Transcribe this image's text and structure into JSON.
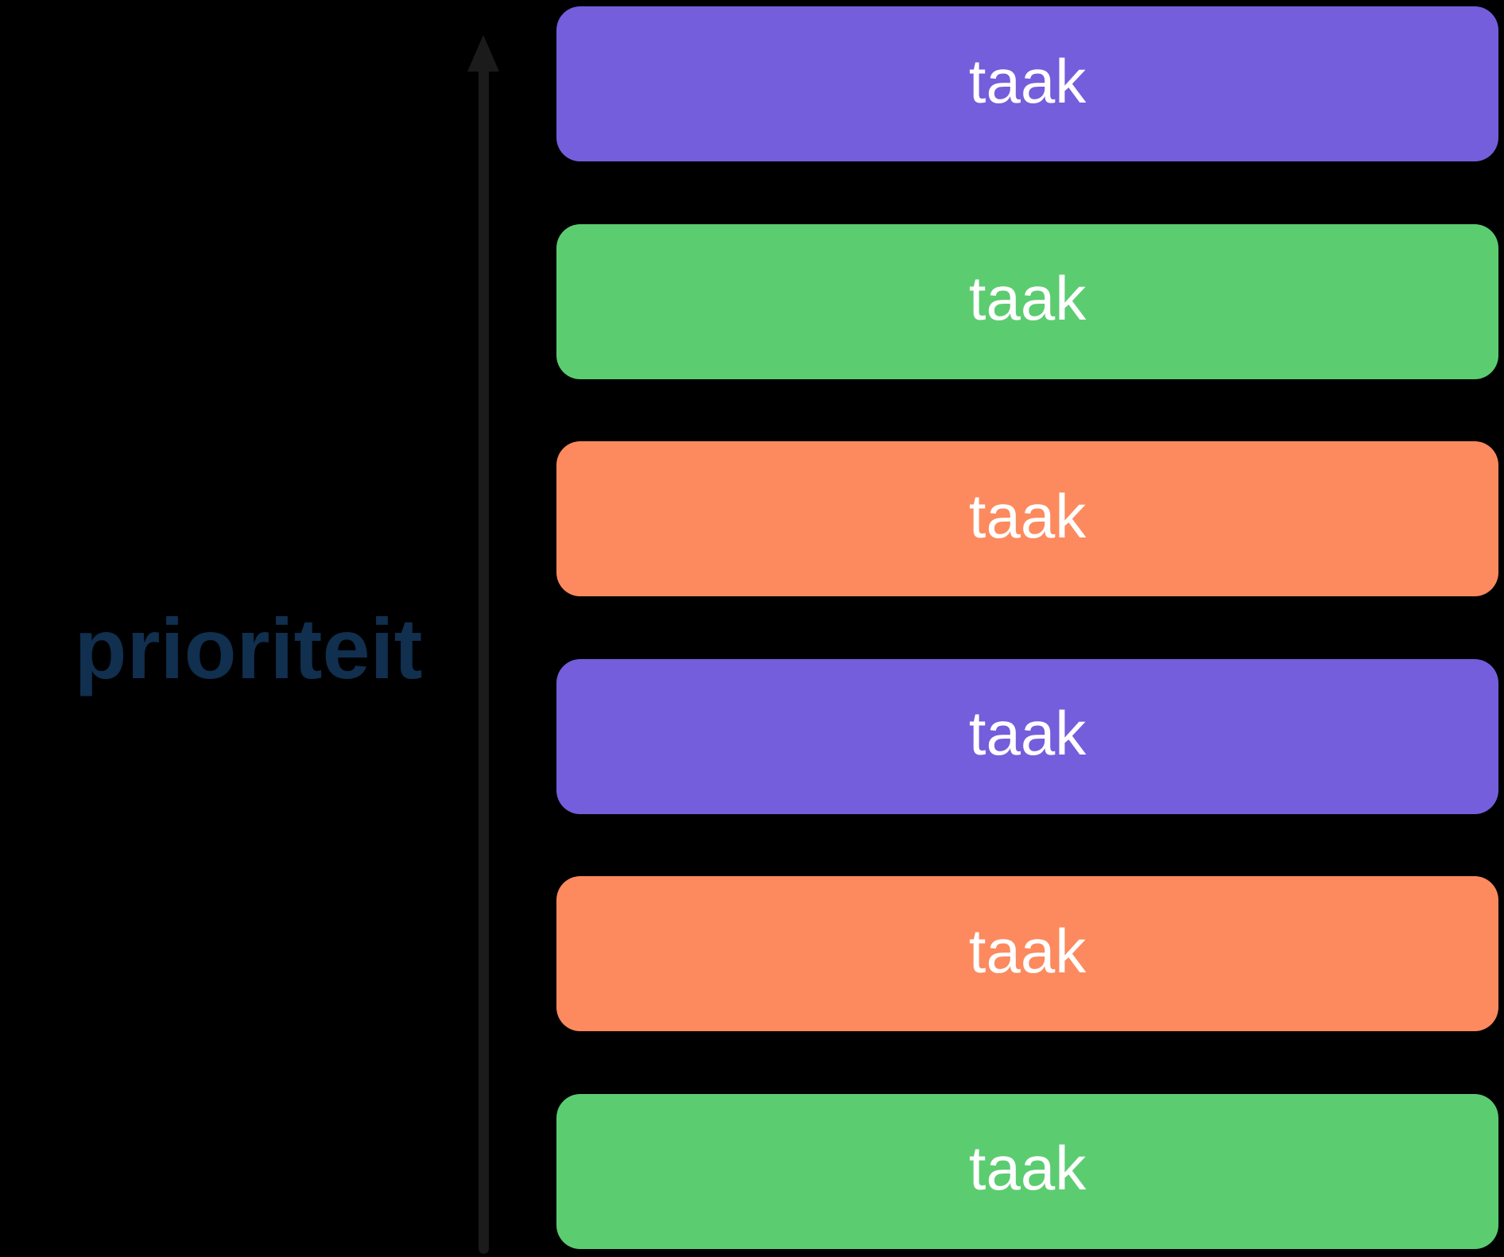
{
  "diagram": {
    "axis_label": "prioriteit",
    "colors": {
      "background": "#000000",
      "arrow": "#1b1b1b",
      "axis_label_text": "#112f4f",
      "task_text": "#ffffff",
      "purple": "#745edc",
      "green": "#5ccc71",
      "orange": "#fc8a5e"
    },
    "tasks": [
      {
        "label": "taak",
        "color": "#745edc",
        "color_name": "purple"
      },
      {
        "label": "taak",
        "color": "#5ccc71",
        "color_name": "green"
      },
      {
        "label": "taak",
        "color": "#fc8a5e",
        "color_name": "orange"
      },
      {
        "label": "taak",
        "color": "#745edc",
        "color_name": "purple"
      },
      {
        "label": "taak",
        "color": "#fc8a5e",
        "color_name": "orange"
      },
      {
        "label": "taak",
        "color": "#5ccc71",
        "color_name": "green"
      }
    ]
  }
}
